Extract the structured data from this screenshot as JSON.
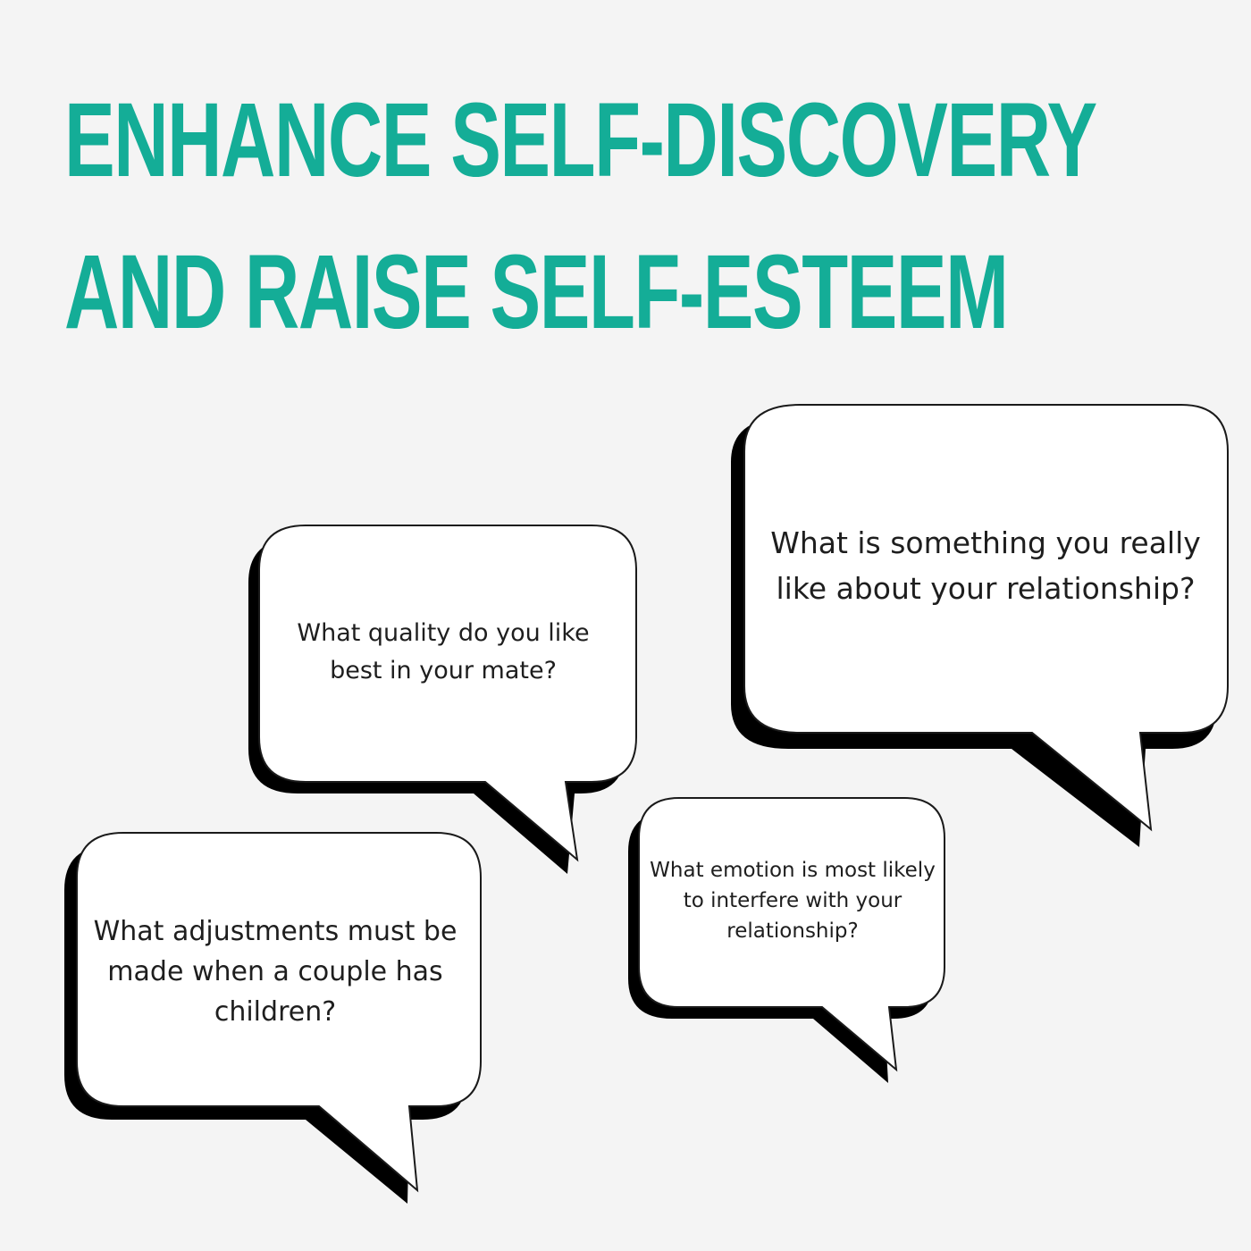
{
  "title": {
    "line1": "ENHANCE SELF-DISCOVERY",
    "line2": "AND RAISE SELF-ESTEEM"
  },
  "colors": {
    "title": "#14ad97",
    "background": "#f4f4f4",
    "bubble_fill": "#ffffff",
    "bubble_shadow": "#000000",
    "text": "#1e1e1e"
  },
  "bubbles": [
    {
      "text": "What is something you really like about your relationship?"
    },
    {
      "text": "What quality do you like best in your mate?"
    },
    {
      "text": "What adjustments must be made when a couple has children?"
    },
    {
      "text": "What emotion is most likely to interfere with your relationship?"
    }
  ]
}
